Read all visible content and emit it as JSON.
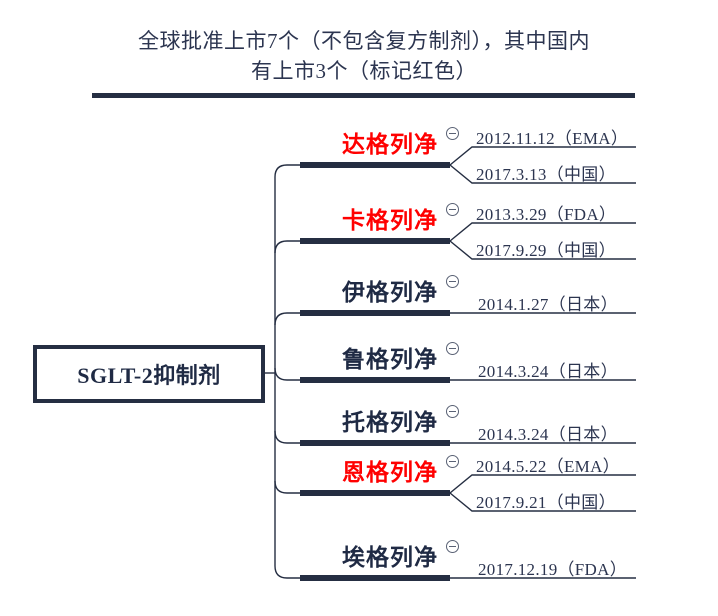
{
  "title": {
    "line1": "全球批准上市7个（不包含复方制剂），其中国内",
    "line2": "有上市3个（标记红色）"
  },
  "root": {
    "label": "SGLT-2抑制剂"
  },
  "colors": {
    "navy": "#252e42",
    "text_navy": "#2c3550",
    "highlight_red": "#ff0000",
    "background": "#ffffff"
  },
  "icons": {
    "collapse": "minus-circle-icon"
  },
  "branches": [
    {
      "name": "达格列净",
      "highlighted": true,
      "children": [
        {
          "text": "2012.11.12（EMA）"
        },
        {
          "text": "2017.3.13（中国）"
        }
      ]
    },
    {
      "name": "卡格列净",
      "highlighted": true,
      "children": [
        {
          "text": "2013.3.29（FDA）"
        },
        {
          "text": "2017.9.29（中国）"
        }
      ]
    },
    {
      "name": "伊格列净",
      "highlighted": false,
      "children": [
        {
          "text": "2014.1.27（日本）"
        }
      ]
    },
    {
      "name": "鲁格列净",
      "highlighted": false,
      "children": [
        {
          "text": "2014.3.24（日本）"
        }
      ]
    },
    {
      "name": "托格列净",
      "highlighted": false,
      "children": [
        {
          "text": "2014.3.24（日本）"
        }
      ]
    },
    {
      "name": "恩格列净",
      "highlighted": true,
      "children": [
        {
          "text": "2014.5.22（EMA）"
        },
        {
          "text": "2017.9.21（中国）"
        }
      ]
    },
    {
      "name": "埃格列净",
      "highlighted": false,
      "children": [
        {
          "text": "2017.12.19（FDA）"
        }
      ]
    }
  ]
}
